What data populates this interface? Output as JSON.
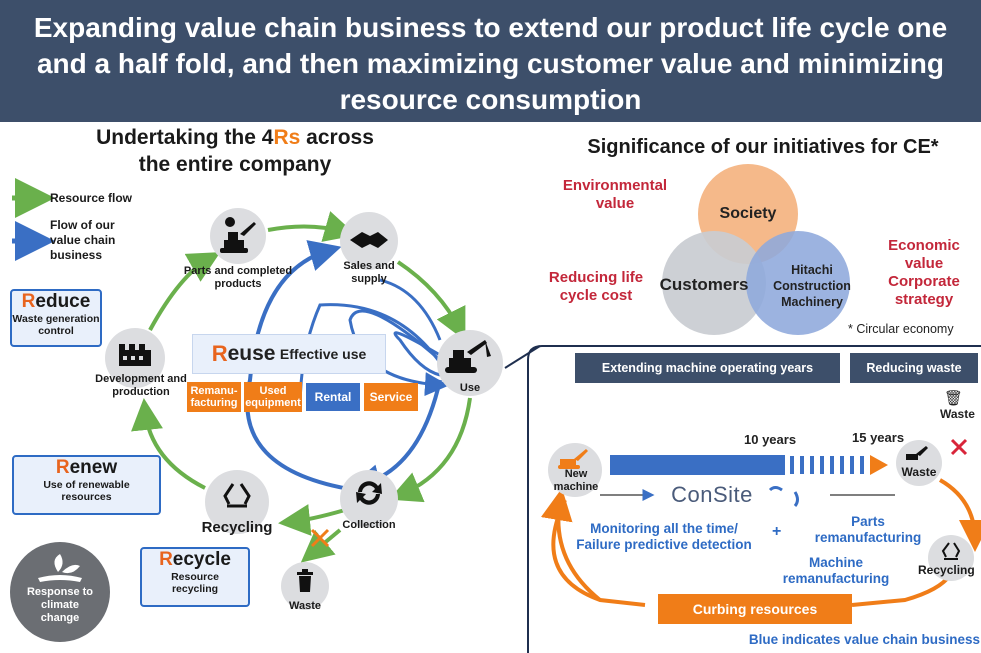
{
  "banner": {
    "line1": "Expanding value chain business to extend our product life cycle one",
    "line2": "and a half fold, and then maximizing customer value and minimizing",
    "line3": "resource consumption"
  },
  "left": {
    "heading_pre": "Undertaking the 4",
    "heading_accent": "Rs",
    "heading_post": " across",
    "heading_line2": "the entire company",
    "legend": {
      "resource_flow": "Resource flow",
      "value_chain_l1": "Flow of our",
      "value_chain_l2": "value chain",
      "value_chain_l3": "business"
    },
    "nodes": {
      "parts_l1": "Parts and completed",
      "parts_l2": "products",
      "sales_l1": "Sales and",
      "sales_l2": "supply",
      "use": "Use",
      "dev_l1": "Development and",
      "dev_l2": "production",
      "collection": "Collection",
      "recycling": "Recycling",
      "waste": "Waste"
    },
    "reuse": {
      "letter": "R",
      "rest": "euse",
      "desc": "Effective use",
      "remanu_l1": "Remanu-",
      "remanu_l2": "facturing",
      "used_l1": "Used",
      "used_l2": "equipment",
      "rental": "Rental",
      "service": "Service"
    },
    "reduce": {
      "letter": "R",
      "rest": "educe",
      "sub_l1": "Waste generation",
      "sub_l2": "control"
    },
    "renew": {
      "letter": "R",
      "rest": "enew",
      "sub_l1": "Use of renewable",
      "sub_l2": "resources"
    },
    "recycle": {
      "letter": "R",
      "rest": "ecycle",
      "sub_l1": "Resource",
      "sub_l2": "recycling"
    },
    "climate": {
      "l1": "Response to",
      "l2": "climate",
      "l3": "change"
    }
  },
  "right": {
    "heading": "Significance of our initiatives for CE*",
    "env_l1": "Environmental",
    "env_l2": "value",
    "lifecycle_l1": "Reducing life",
    "lifecycle_l2": "cycle cost",
    "econ_l1": "Economic",
    "econ_l2": "value",
    "econ_l3": "Corporate",
    "econ_l4": "strategy",
    "society": "Society",
    "customers": "Customers",
    "hcm_l1": "Hitachi",
    "hcm_l2": "Construction",
    "hcm_l3": "Machinery",
    "footnote": "* Circular economy"
  },
  "lower": {
    "tag_extend": "Extending machine operating years",
    "tag_waste": "Reducing waste",
    "y10": "10 years",
    "y15": "15 years",
    "new_l1": "New",
    "new_l2": "machine",
    "waste": "Waste",
    "waste_top": "Waste",
    "consite": "ConSite",
    "monitor_l1": "Monitoring all the time/",
    "monitor_l2": "Failure predictive detection",
    "plus": "+",
    "parts_l1": "Parts",
    "parts_l2": "remanufacturing",
    "machine_l1": "Machine",
    "machine_l2": "remanufacturing",
    "recycling": "Recycling",
    "curbing": "Curbing resources",
    "blue_note": "Blue indicates value chain business"
  },
  "colors": {
    "navy": "#3d4f6a",
    "orange": "#f07d18",
    "blue": "#2e6bc4",
    "green": "#6ab04c",
    "red": "#c3273a"
  }
}
